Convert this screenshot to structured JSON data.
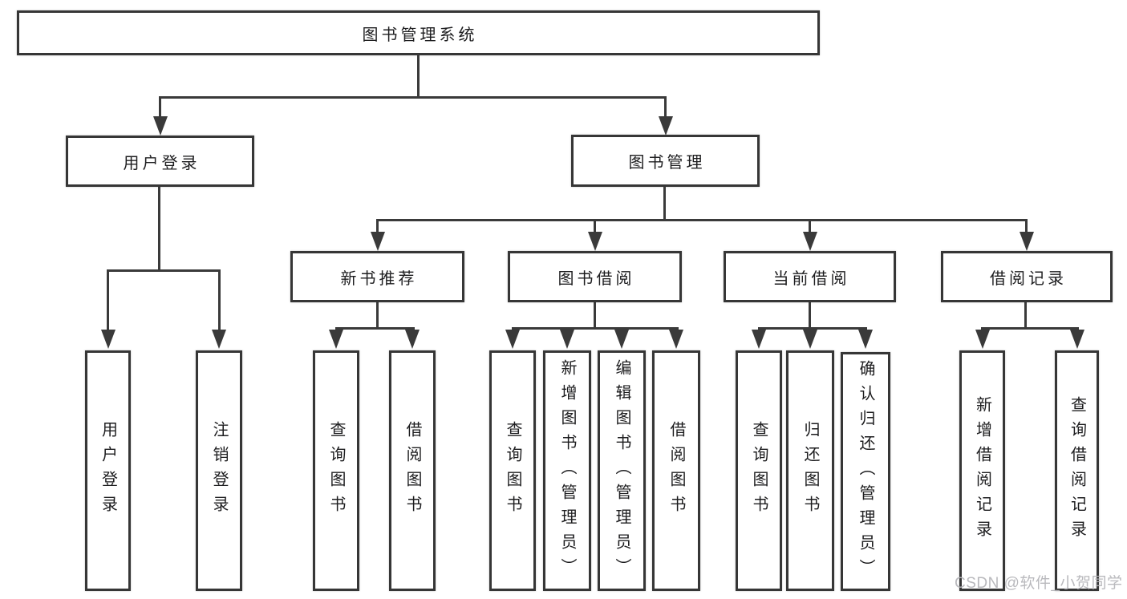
{
  "diagram": {
    "root": {
      "label": "图书管理系统"
    },
    "level2": [
      {
        "label": "用户登录"
      },
      {
        "label": "图书管理"
      }
    ],
    "level3": [
      {
        "label": "新书推荐"
      },
      {
        "label": "图书借阅"
      },
      {
        "label": "当前借阅"
      },
      {
        "label": "借阅记录"
      }
    ],
    "leaves": [
      {
        "label": "用户登录"
      },
      {
        "label": "注销登录"
      },
      {
        "label": "查询图书"
      },
      {
        "label": "借阅图书"
      },
      {
        "label": "查询图书"
      },
      {
        "label": "新增图书（管理员）"
      },
      {
        "label": "编辑图书（管理员）"
      },
      {
        "label": "借阅图书"
      },
      {
        "label": "查询图书"
      },
      {
        "label": "归还图书"
      },
      {
        "label": "确认归还（管理员）"
      },
      {
        "label": "新增借阅记录"
      },
      {
        "label": "查询借阅记录"
      }
    ]
  },
  "watermark": {
    "text": "CSDN @软件_小贺同学"
  }
}
